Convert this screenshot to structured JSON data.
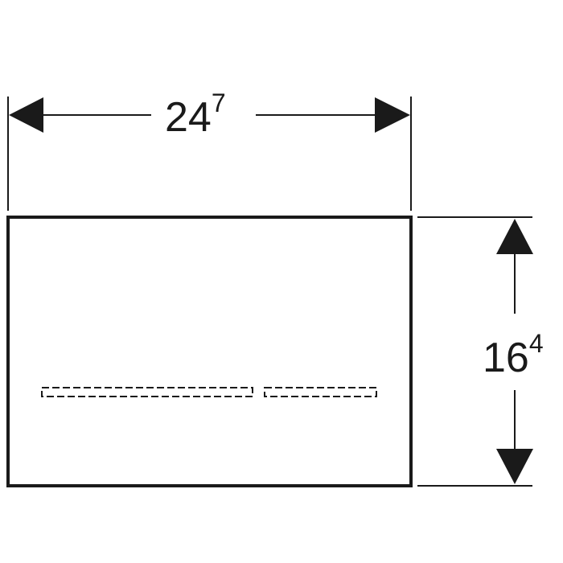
{
  "dimensions": {
    "width": {
      "main": "24",
      "sup": "7"
    },
    "height": {
      "main": "16",
      "sup": "4"
    }
  },
  "colors": {
    "line": "#1a1a1a",
    "background": "#ffffff"
  }
}
